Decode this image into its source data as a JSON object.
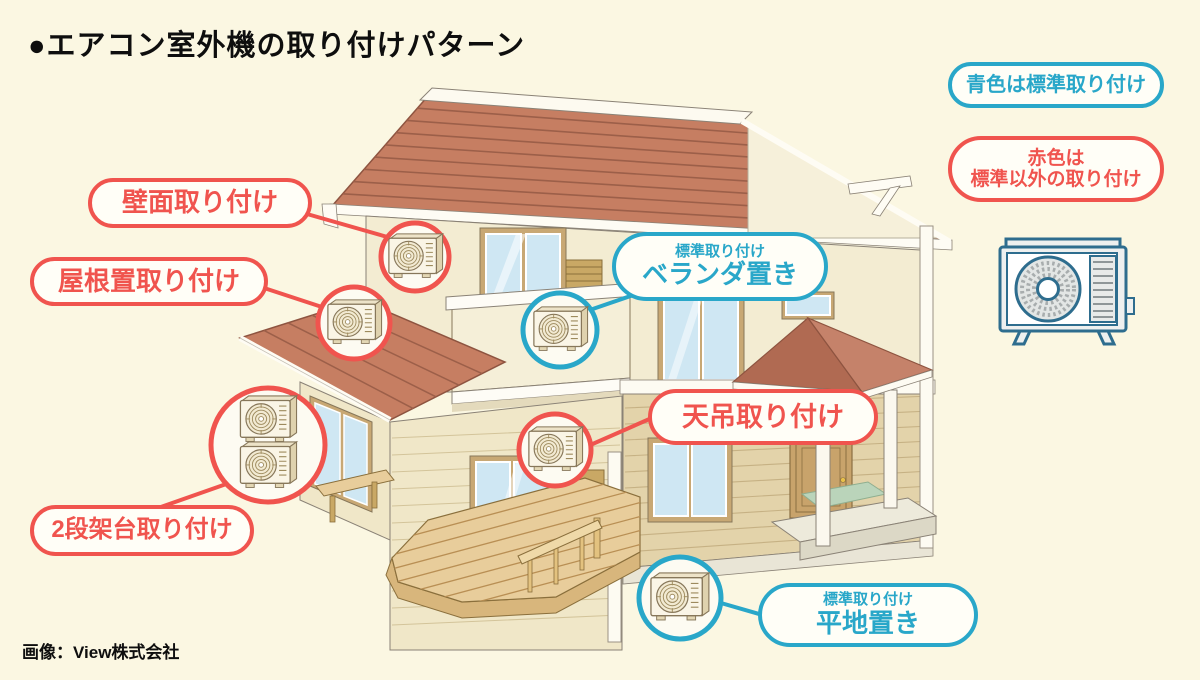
{
  "title": "●エアコン室外機の取り付けパターン",
  "credit": "画像：View株式会社",
  "colors": {
    "background": "#FBF7E2",
    "standard_blue": "#29A7C9",
    "nonstandard_red": "#F0544E",
    "roof_terracotta": "#C67E62",
    "wall_cream": "#F3ECD2",
    "icon_outline_blue": "#2E6D8E"
  },
  "legend": [
    {
      "id": "blue",
      "text": "青色は標準取り付け",
      "color": "#29A7C9"
    },
    {
      "id": "red",
      "lines": [
        "赤色は",
        "標準以外の取り付け"
      ],
      "color": "#F0544E"
    }
  ],
  "labels": [
    {
      "id": "wall-mount",
      "text": "壁面取り付け",
      "type": "red",
      "meaning": "non-standard"
    },
    {
      "id": "roof-mount",
      "text": "屋根置取り付け",
      "type": "red",
      "meaning": "non-standard"
    },
    {
      "id": "two-tier-rack",
      "text": "2段架台取り付け",
      "type": "red",
      "meaning": "non-standard"
    },
    {
      "id": "ceiling-hung",
      "text": "天吊取り付け",
      "type": "red",
      "meaning": "non-standard"
    },
    {
      "id": "veranda",
      "subtext": "標準取り付け",
      "text": "ベランダ置き",
      "type": "blue",
      "meaning": "standard"
    },
    {
      "id": "ground",
      "subtext": "標準取り付け",
      "text": "平地置き",
      "type": "blue",
      "meaning": "standard"
    }
  ],
  "icons": {
    "outdoor-unit-icon": "air-conditioner outdoor unit (blue line drawing)"
  }
}
